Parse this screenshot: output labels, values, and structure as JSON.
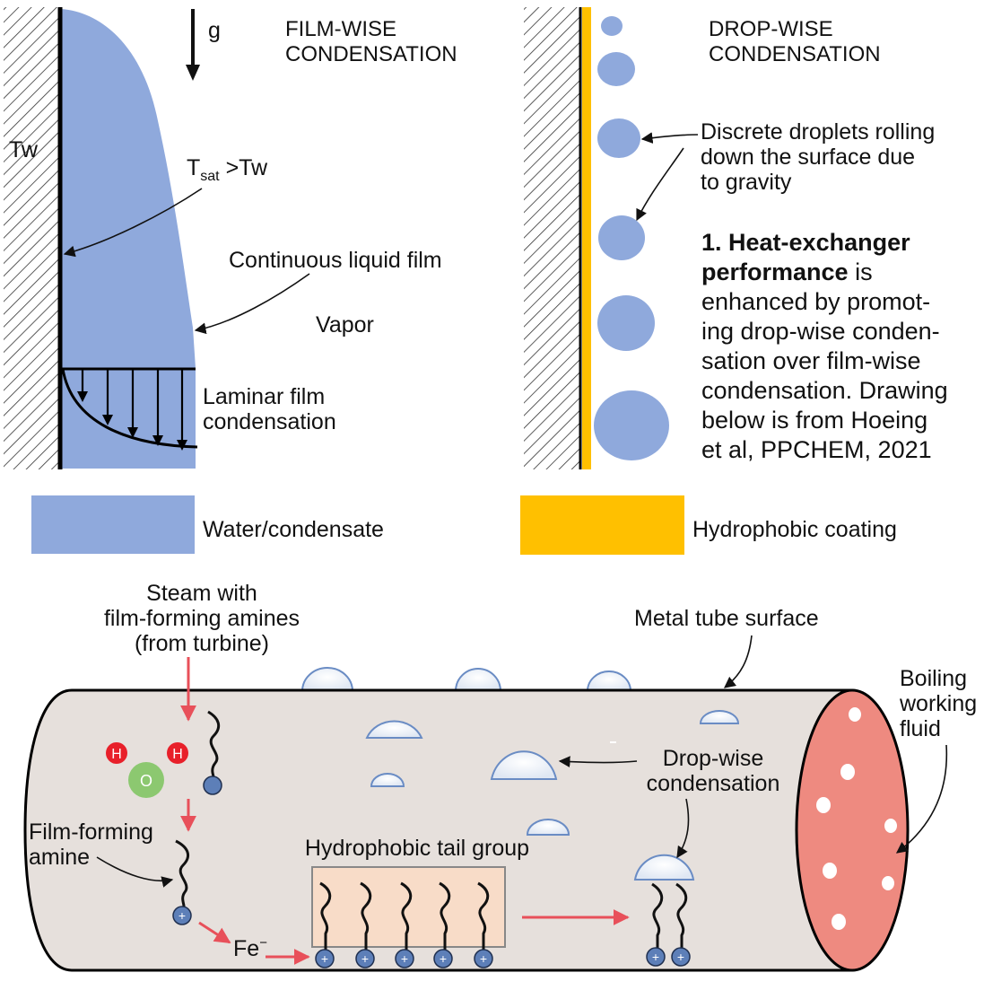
{
  "top_left": {
    "gravity_label": "g",
    "title_line1": "FILM-WISE",
    "title_line2": "CONDENSATION",
    "wall_temp_label": "Tw",
    "tsat_main": "T",
    "tsat_sub": "sat",
    "tsat_rest": " >Tw",
    "film_label": "Continuous liquid film",
    "vapor_label": "Vapor",
    "laminar_line1": "Laminar film",
    "laminar_line2": "condensation"
  },
  "top_right": {
    "title_line1": "DROP-WISE",
    "title_line2": "CONDENSATION",
    "droplets_line1": "Discrete droplets rolling",
    "droplets_line2": "down the surface due",
    "droplets_line3": "to gravity",
    "para_bold1": "1. Heat-exchanger",
    "para_bold2": "performance",
    "para_rest2": " is",
    "para_line3": "enhanced by promot-",
    "para_line4": "ing drop-wise conden-",
    "para_line5": "sation over film-wise",
    "para_line6": "condensation. Drawing",
    "para_line7": "below is from Hoeing",
    "para_line8": "et al, PPCHEM, 2021"
  },
  "legend": {
    "water_label": "Water/condensate",
    "coating_label": "Hydrophobic coating"
  },
  "bottom": {
    "steam_line1": "Steam with",
    "steam_line2": "film-forming amines",
    "steam_line3": "(from turbine)",
    "metal_label": "Metal tube surface",
    "boiling_line1": "Boiling",
    "boiling_line2": "working",
    "boiling_line3": "fluid",
    "h_atom": "H",
    "o_atom": "O",
    "amine_line1": "Film-forming",
    "amine_line2": "amine",
    "fe_label": "Fe",
    "fe_sup": "−",
    "tail_label": "Hydrophobic tail group",
    "dropwise_line1": "Drop-wise",
    "dropwise_line2": "condensation",
    "plus_sign": "+"
  },
  "colors": {
    "water": "#8fa9dc",
    "coating": "#ffc000",
    "tube": "#e6e0dc",
    "tube_end": "#ee8a80",
    "tail_box": "#f8dcc8",
    "red_arrow": "#e8505a",
    "amine_head": "#5d7fb8",
    "hydrogen": "#e8202a",
    "oxygen": "#8cc870"
  }
}
